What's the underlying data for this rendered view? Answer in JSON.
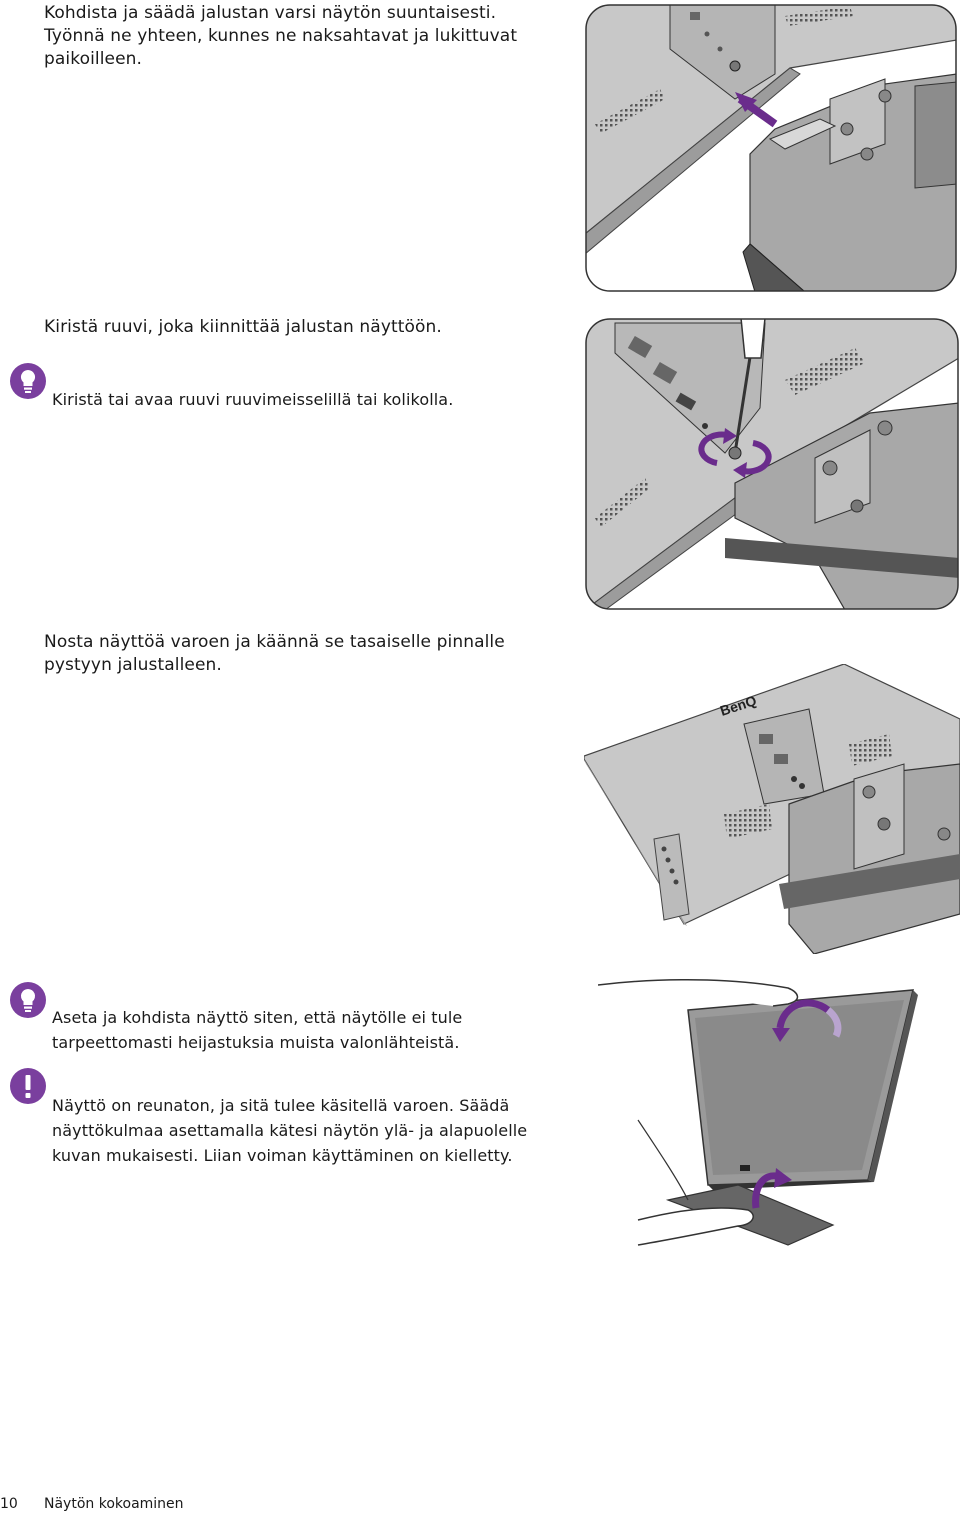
{
  "step1": {
    "lines": [
      "Kohdista ja säädä jalustan varsi näytön suuntaisesti.",
      "Työnnä ne yhteen, kunnes ne naksahtavat ja lukittuvat",
      "paikoilleen."
    ]
  },
  "step2": {
    "text": "Kiristä ruuvi, joka kiinnittää jalustan näyttöön.",
    "tip": "Kiristä tai avaa ruuvi ruuvimeisselillä tai kolikolla."
  },
  "step3": {
    "lines": [
      "Nosta näyttöä varoen ja käännä se tasaiselle pinnalle",
      "pystyyn jalustalleen."
    ],
    "brand": "BenQ"
  },
  "tip2": {
    "lines": [
      "Aseta ja kohdista näyttö siten, että näytölle ei tule",
      "tarpeettomasti heijastuksia muista valonlähteistä."
    ]
  },
  "warning": {
    "lines": [
      "Näyttö on reunaton, ja sitä tulee käsitellä varoen. Säädä",
      "näyttökulmaa asettamalla kätesi näytön ylä- ja alapuolelle",
      "kuvan mukaisesti. Liian voiman käyttäminen on kielletty."
    ]
  },
  "footer": {
    "page_number": "10",
    "section": "Näytön kokoaminen"
  },
  "colors": {
    "accent": "#6a2c8c",
    "icon": "#7a3f9e"
  }
}
